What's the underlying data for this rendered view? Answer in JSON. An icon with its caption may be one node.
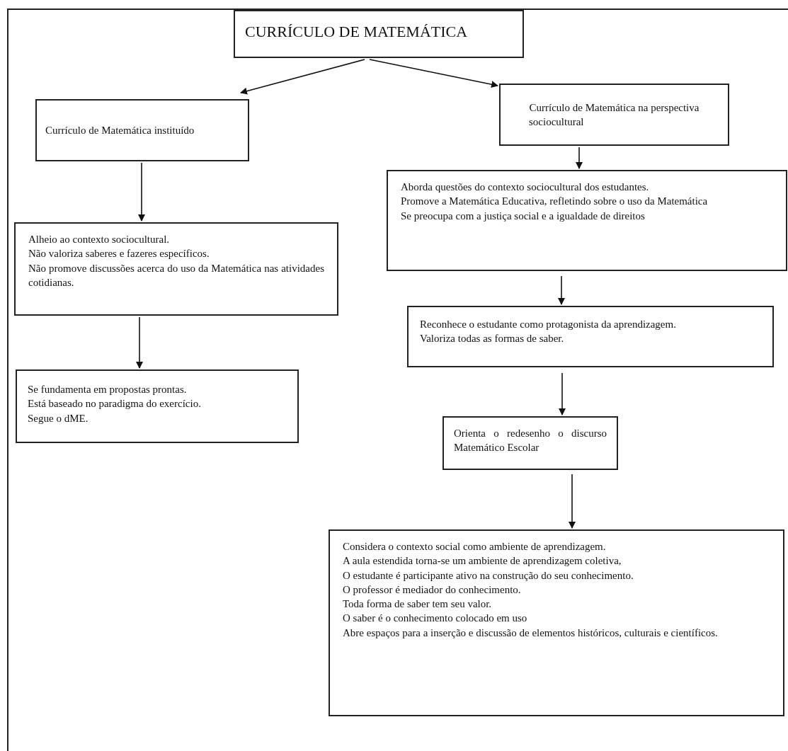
{
  "diagram": {
    "nodes": [
      {
        "text": [
          "CURRÍCULO DE MATEMÁTICA"
        ]
      },
      {
        "text": [
          "Currículo de Matemática instituído"
        ]
      },
      {
        "text": [
          "Currículo de Matemática na perspectiva sociocultural"
        ]
      },
      {
        "text": [
          "Alheio ao contexto sociocultural.",
          "Não valoriza saberes e fazeres específicos.",
          "Não promove discussões acerca do uso da Matemática nas atividades cotidianas."
        ]
      },
      {
        "text": [
          "Se fundamenta em propostas prontas.",
          "Está baseado no paradigma do exercício.",
          "Segue o dME."
        ]
      },
      {
        "text": [
          "Aborda questões do contexto sociocultural dos estudantes.",
          "Promove a Matemática Educativa, refletindo sobre o uso da Matemática",
          "Se preocupa com a justiça social e a igualdade de direitos"
        ]
      },
      {
        "text": [
          "Reconhece o estudante como protagonista da aprendizagem.",
          "Valoriza todas as formas de saber."
        ]
      },
      {
        "text": [
          "Orienta o redesenho o discurso Matemático Escolar"
        ]
      },
      {
        "text": [
          "Considera o contexto social como ambiente de aprendizagem.",
          "A aula estendida torna-se um ambiente de aprendizagem coletiva,",
          "O estudante é participante ativo na construção do seu conhecimento.",
          "O professor é mediador do conhecimento.",
          "Toda forma de saber tem seu valor.",
          "O saber é o conhecimento colocado em uso",
          "Abre espaços para a inserção e discussão de elementos históricos, culturais e científicos."
        ]
      }
    ],
    "edges": [
      {
        "from": 0,
        "to": 1,
        "arrow": "to"
      },
      {
        "from": 0,
        "to": 2,
        "arrow": "to"
      },
      {
        "from": 1,
        "to": 3,
        "arrow": "to"
      },
      {
        "from": 3,
        "to": 4,
        "arrow": "to"
      },
      {
        "from": 2,
        "to": 5,
        "arrow": "to"
      },
      {
        "from": 5,
        "to": 6,
        "arrow": "to"
      },
      {
        "from": 6,
        "to": 7,
        "arrow": "to"
      },
      {
        "from": 7,
        "to": 8,
        "arrow": "to"
      }
    ]
  }
}
